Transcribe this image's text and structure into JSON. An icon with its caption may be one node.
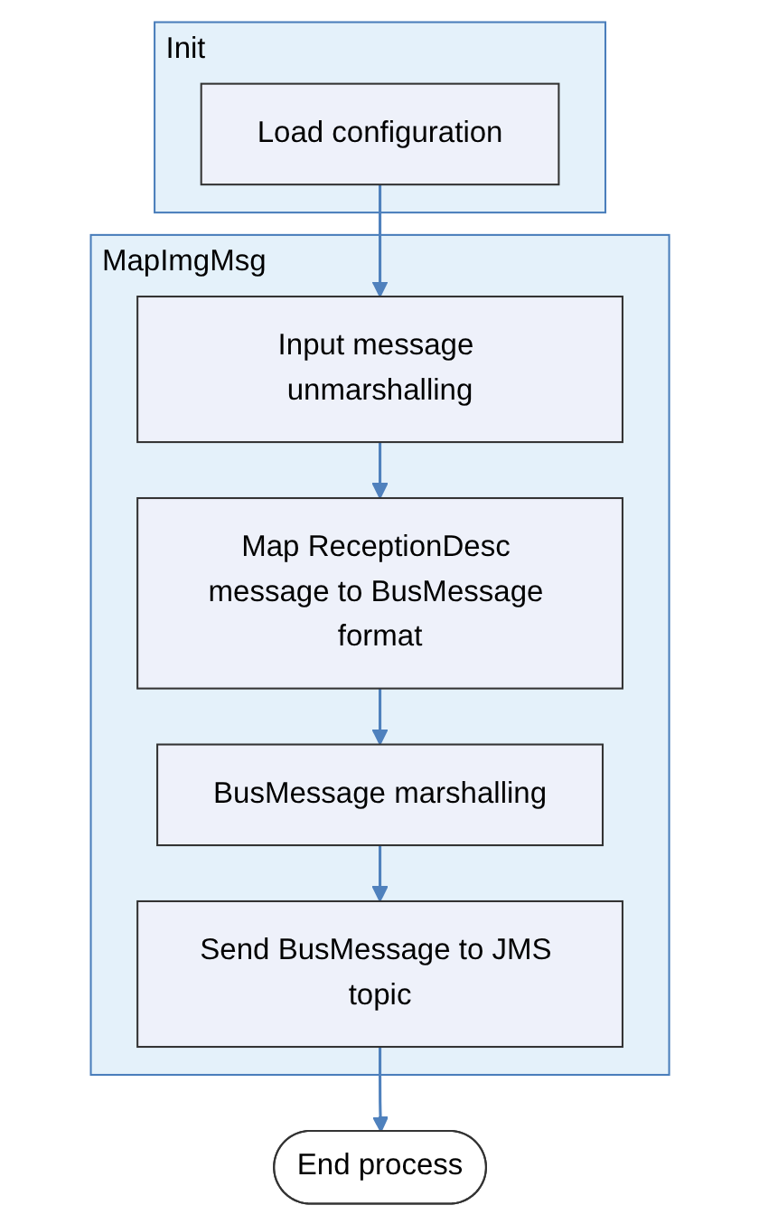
{
  "diagram": {
    "nodes": [
      {
        "text": [
          "Init"
        ]
      },
      {
        "text": [
          "Load configuration"
        ],
        "in": 0
      },
      {
        "text": [
          "MapImgMsg"
        ]
      },
      {
        "text": [
          "Input message unmarshalling"
        ],
        "in": 2
      },
      {
        "text": [
          "Map ReceptionDesc message to BusMessage format"
        ],
        "in": 2
      },
      {
        "text": [
          "BusMessage marshalling"
        ],
        "in": 2
      },
      {
        "text": [
          "Send BusMessage to JMS topic"
        ],
        "in": 2
      },
      {
        "text": [
          "End process"
        ]
      }
    ],
    "edges": [
      {
        "from": 1,
        "to": 3,
        "arrow": "to"
      },
      {
        "from": 3,
        "to": 4,
        "arrow": "to"
      },
      {
        "from": 4,
        "to": 5,
        "arrow": "to"
      },
      {
        "from": 5,
        "to": 6,
        "arrow": "to"
      },
      {
        "from": 6,
        "to": 7,
        "arrow": "to"
      }
    ]
  }
}
